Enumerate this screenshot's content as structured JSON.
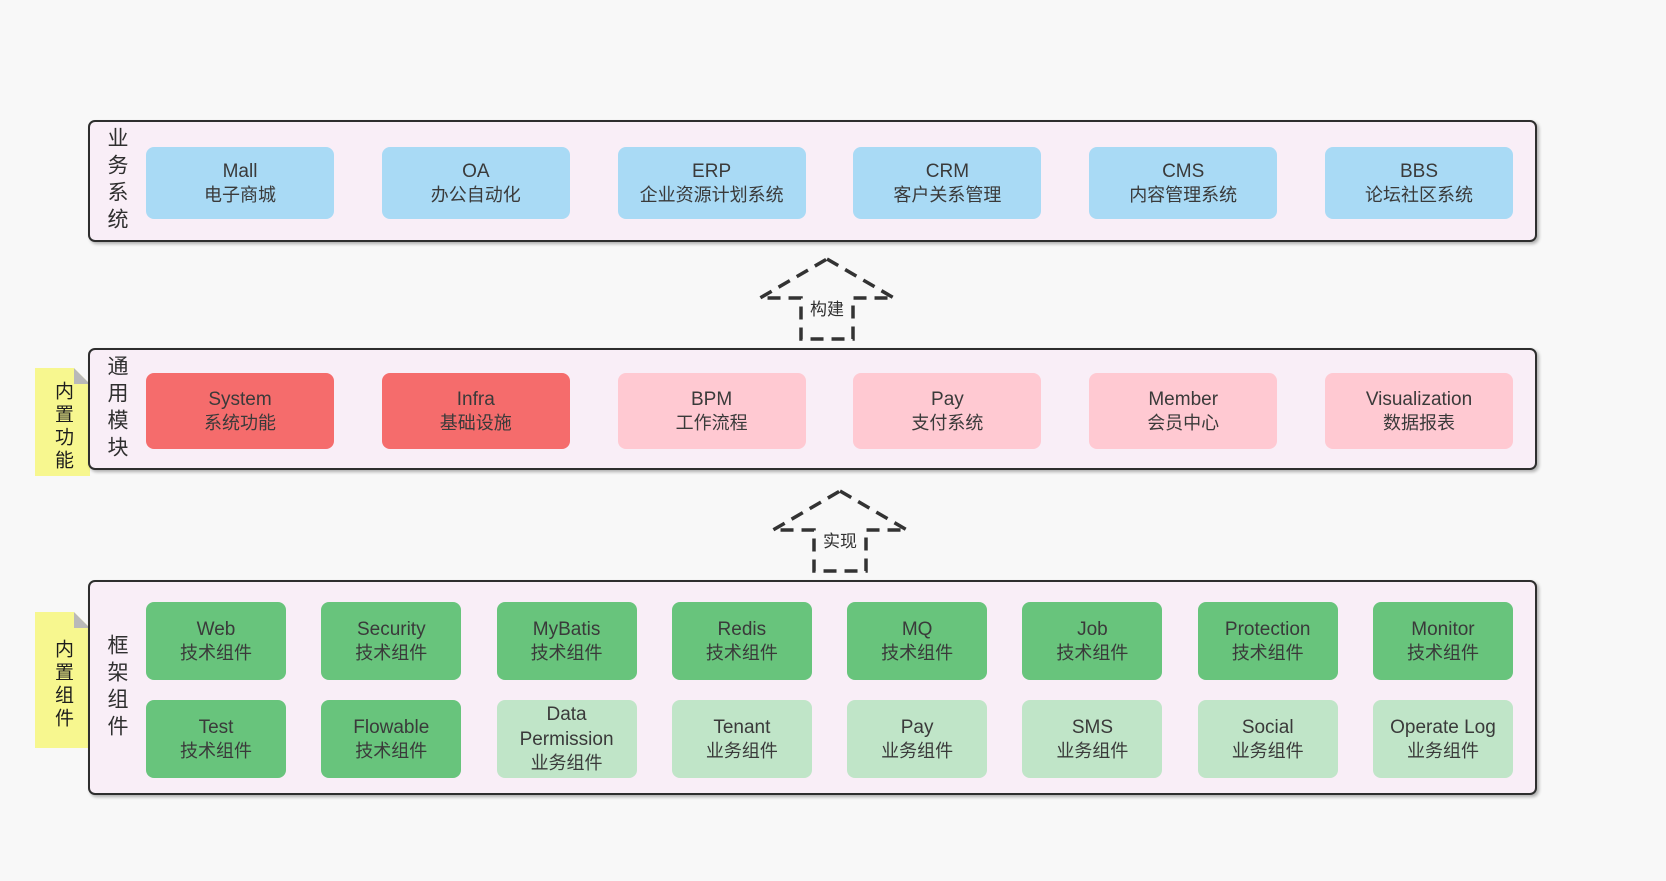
{
  "palette": {
    "page_bg": "#f8f8f8",
    "band_bg": "#f9eef7",
    "band_border": "#2e2e2e",
    "blue": "#a9daf5",
    "red": "#f56c6c",
    "pink": "#ffc9d2",
    "green": "#68c47c",
    "green_light": "#c0e5c8",
    "yellow": "#f7f78f",
    "fold_gray": "#b9b9b9",
    "text": "#3a3a3a"
  },
  "bands": {
    "business": {
      "label": "业务系统",
      "boxes": [
        {
          "title": "Mall",
          "subtitle": "电子商城",
          "variant": "blue"
        },
        {
          "title": "OA",
          "subtitle": "办公自动化",
          "variant": "blue"
        },
        {
          "title": "ERP",
          "subtitle": "企业资源计划系统",
          "variant": "blue"
        },
        {
          "title": "CRM",
          "subtitle": "客户关系管理",
          "variant": "blue"
        },
        {
          "title": "CMS",
          "subtitle": "内容管理系统",
          "variant": "blue"
        },
        {
          "title": "BBS",
          "subtitle": "论坛社区系统",
          "variant": "blue"
        }
      ]
    },
    "modules": {
      "label": "通用模块",
      "note": "内置功能",
      "boxes": [
        {
          "title": "System",
          "subtitle": "系统功能",
          "variant": "red"
        },
        {
          "title": "Infra",
          "subtitle": "基础设施",
          "variant": "red"
        },
        {
          "title": "BPM",
          "subtitle": "工作流程",
          "variant": "pink"
        },
        {
          "title": "Pay",
          "subtitle": "支付系统",
          "variant": "pink"
        },
        {
          "title": "Member",
          "subtitle": "会员中心",
          "variant": "pink"
        },
        {
          "title": "Visualization",
          "subtitle": "数据报表",
          "variant": "pink"
        }
      ]
    },
    "framework": {
      "label": "框架组件",
      "note": "内置组件",
      "rows": [
        [
          {
            "title": "Web",
            "subtitle": "技术组件",
            "variant": "green"
          },
          {
            "title": "Security",
            "subtitle": "技术组件",
            "variant": "green"
          },
          {
            "title": "MyBatis",
            "subtitle": "技术组件",
            "variant": "green"
          },
          {
            "title": "Redis",
            "subtitle": "技术组件",
            "variant": "green"
          },
          {
            "title": "MQ",
            "subtitle": "技术组件",
            "variant": "green"
          },
          {
            "title": "Job",
            "subtitle": "技术组件",
            "variant": "green"
          },
          {
            "title": "Protection",
            "subtitle": "技术组件",
            "variant": "green"
          },
          {
            "title": "Monitor",
            "subtitle": "技术组件",
            "variant": "green"
          }
        ],
        [
          {
            "title": "Test",
            "subtitle": "技术组件",
            "variant": "green"
          },
          {
            "title": "Flowable",
            "subtitle": "技术组件",
            "variant": "green"
          },
          {
            "title": "Data Permission",
            "subtitle": "业务组件",
            "variant": "light-green"
          },
          {
            "title": "Tenant",
            "subtitle": "业务组件",
            "variant": "light-green"
          },
          {
            "title": "Pay",
            "subtitle": "业务组件",
            "variant": "light-green"
          },
          {
            "title": "SMS",
            "subtitle": "业务组件",
            "variant": "light-green"
          },
          {
            "title": "Social",
            "subtitle": "业务组件",
            "variant": "light-green"
          },
          {
            "title": "Operate Log",
            "subtitle": "业务组件",
            "variant": "light-green"
          }
        ]
      ]
    }
  },
  "arrows": {
    "build": "构建",
    "implement": "实现"
  }
}
